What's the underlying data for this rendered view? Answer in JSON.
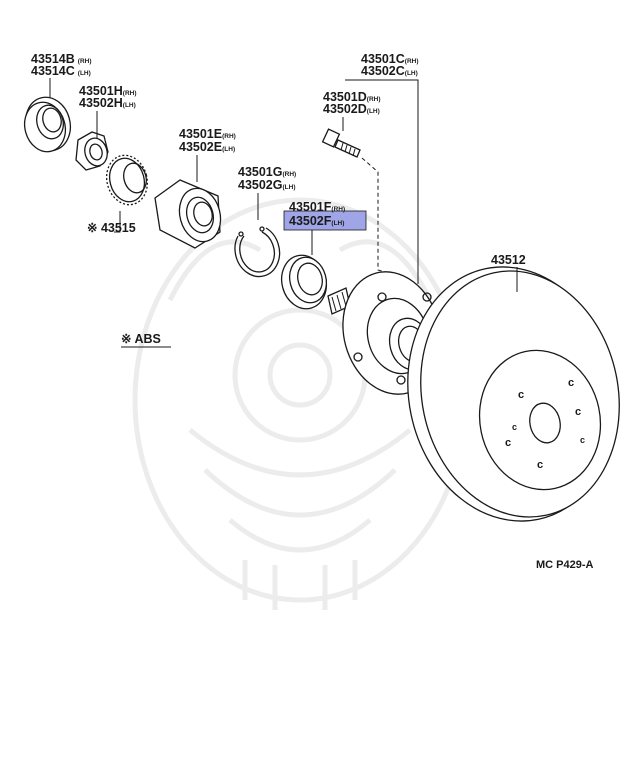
{
  "colors": {
    "highlight": "#9fa5e6",
    "ink": "#1a1a1a",
    "watermark": "#ececec"
  },
  "labels": {
    "p43514b": {
      "code": "43514B",
      "side": "(RH)"
    },
    "p43514c": {
      "code": "43514C",
      "side": "(LH)"
    },
    "p43501h": {
      "code": "43501H",
      "side": "(RH)"
    },
    "p43502h": {
      "code": "43502H",
      "side": "(LH)"
    },
    "p43501e": {
      "code": "43501E",
      "side": "(RH)"
    },
    "p43502e": {
      "code": "43502E",
      "side": "(LH)"
    },
    "p43501g": {
      "code": "43501G",
      "side": "(RH)"
    },
    "p43502g": {
      "code": "43502G",
      "side": "(LH)"
    },
    "p43501f": {
      "code": "43501F",
      "side": "(RH)"
    },
    "p43502f": {
      "code": "43502F",
      "side": "(LH)"
    },
    "p43501c": {
      "code": "43501C",
      "side": "(RH)"
    },
    "p43502c": {
      "code": "43502C",
      "side": "(LH)"
    },
    "p43501d": {
      "code": "43501D",
      "side": "(RH)"
    },
    "p43502d": {
      "code": "43502D",
      "side": "(LH)"
    },
    "p43515": {
      "code": "※ 43515"
    },
    "p43512": {
      "code": "43512"
    },
    "abs_note": "※ ABS",
    "figure_ref": "MC  P429-A"
  },
  "highlighted_part": "43502F"
}
